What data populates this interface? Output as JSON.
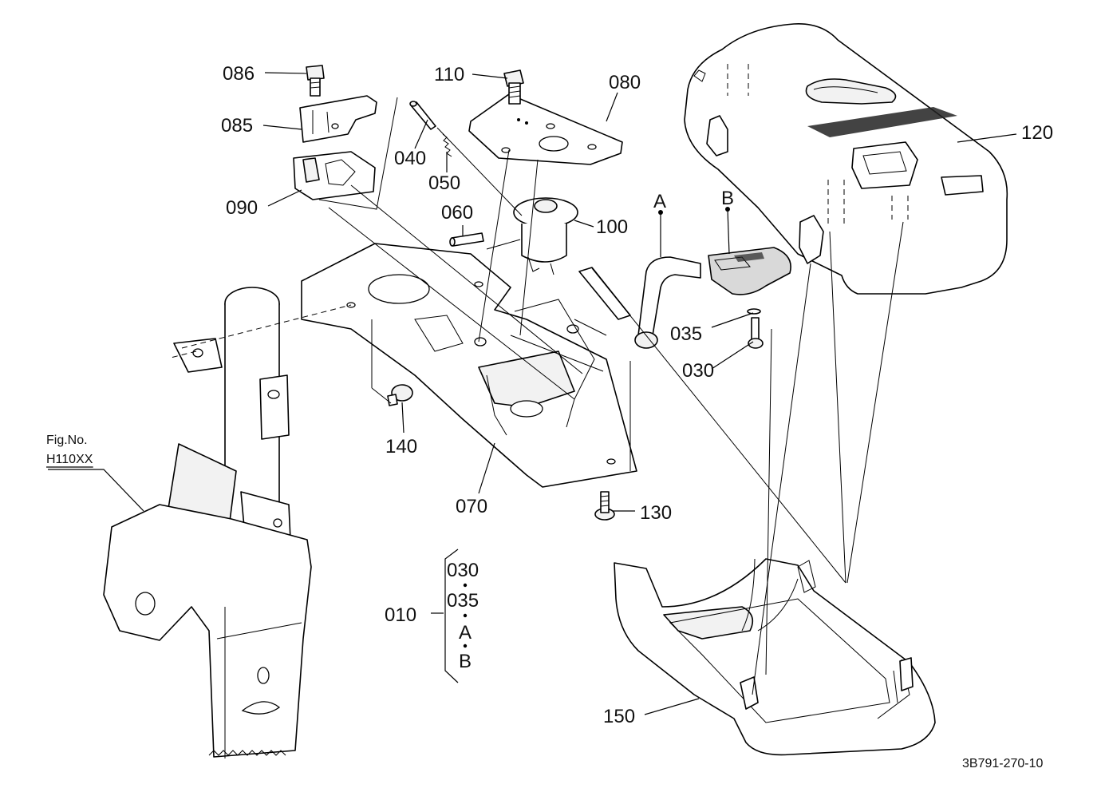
{
  "callouts": {
    "p086": "086",
    "p110": "110",
    "p080": "080",
    "p085": "085",
    "p040": "040",
    "p050": "050",
    "p120": "120",
    "p090": "090",
    "p060": "060",
    "p100": "100",
    "pA": "A",
    "pB": "B",
    "p035": "035",
    "p030": "030",
    "p140": "140",
    "p070": "070",
    "p130": "130",
    "p150": "150"
  },
  "figure_ref": {
    "label": "Fig.No.",
    "number": "H110XX"
  },
  "kit": {
    "parent": "010",
    "items": [
      "030",
      "035",
      "A",
      "B"
    ]
  },
  "drawing_number": "3B791-270-10"
}
